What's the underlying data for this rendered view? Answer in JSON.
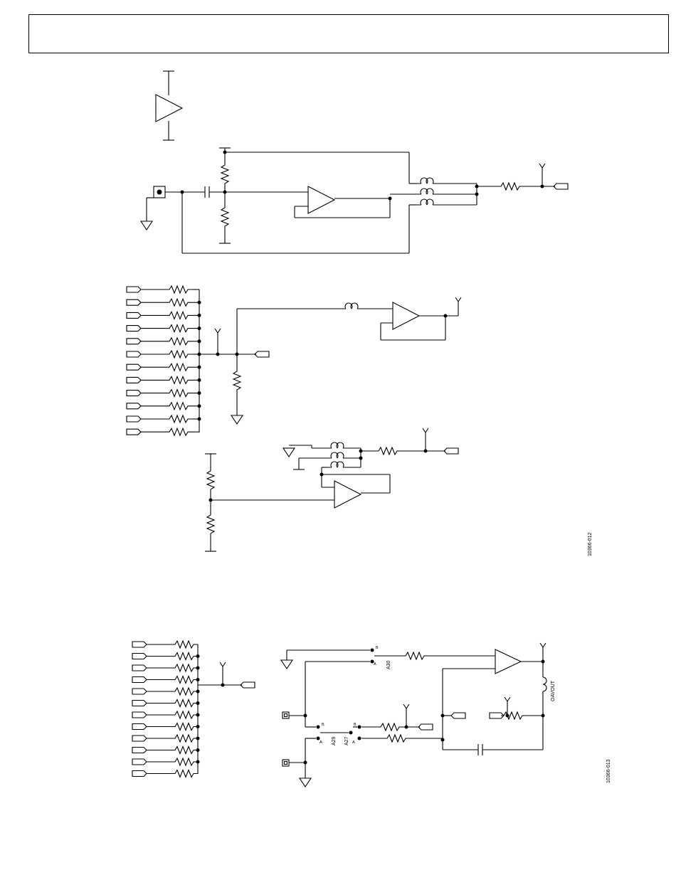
{
  "header": {
    "title": ""
  },
  "figures": [
    {
      "id": "fig-12",
      "label": "10366-012"
    },
    {
      "id": "fig-13",
      "label": "10366-013"
    }
  ],
  "labels": {
    "a30": "A30",
    "a29": "A29",
    "a27": "A27",
    "oavout": "OAVOUT",
    "pin_a": "A",
    "pin_b": "B"
  }
}
